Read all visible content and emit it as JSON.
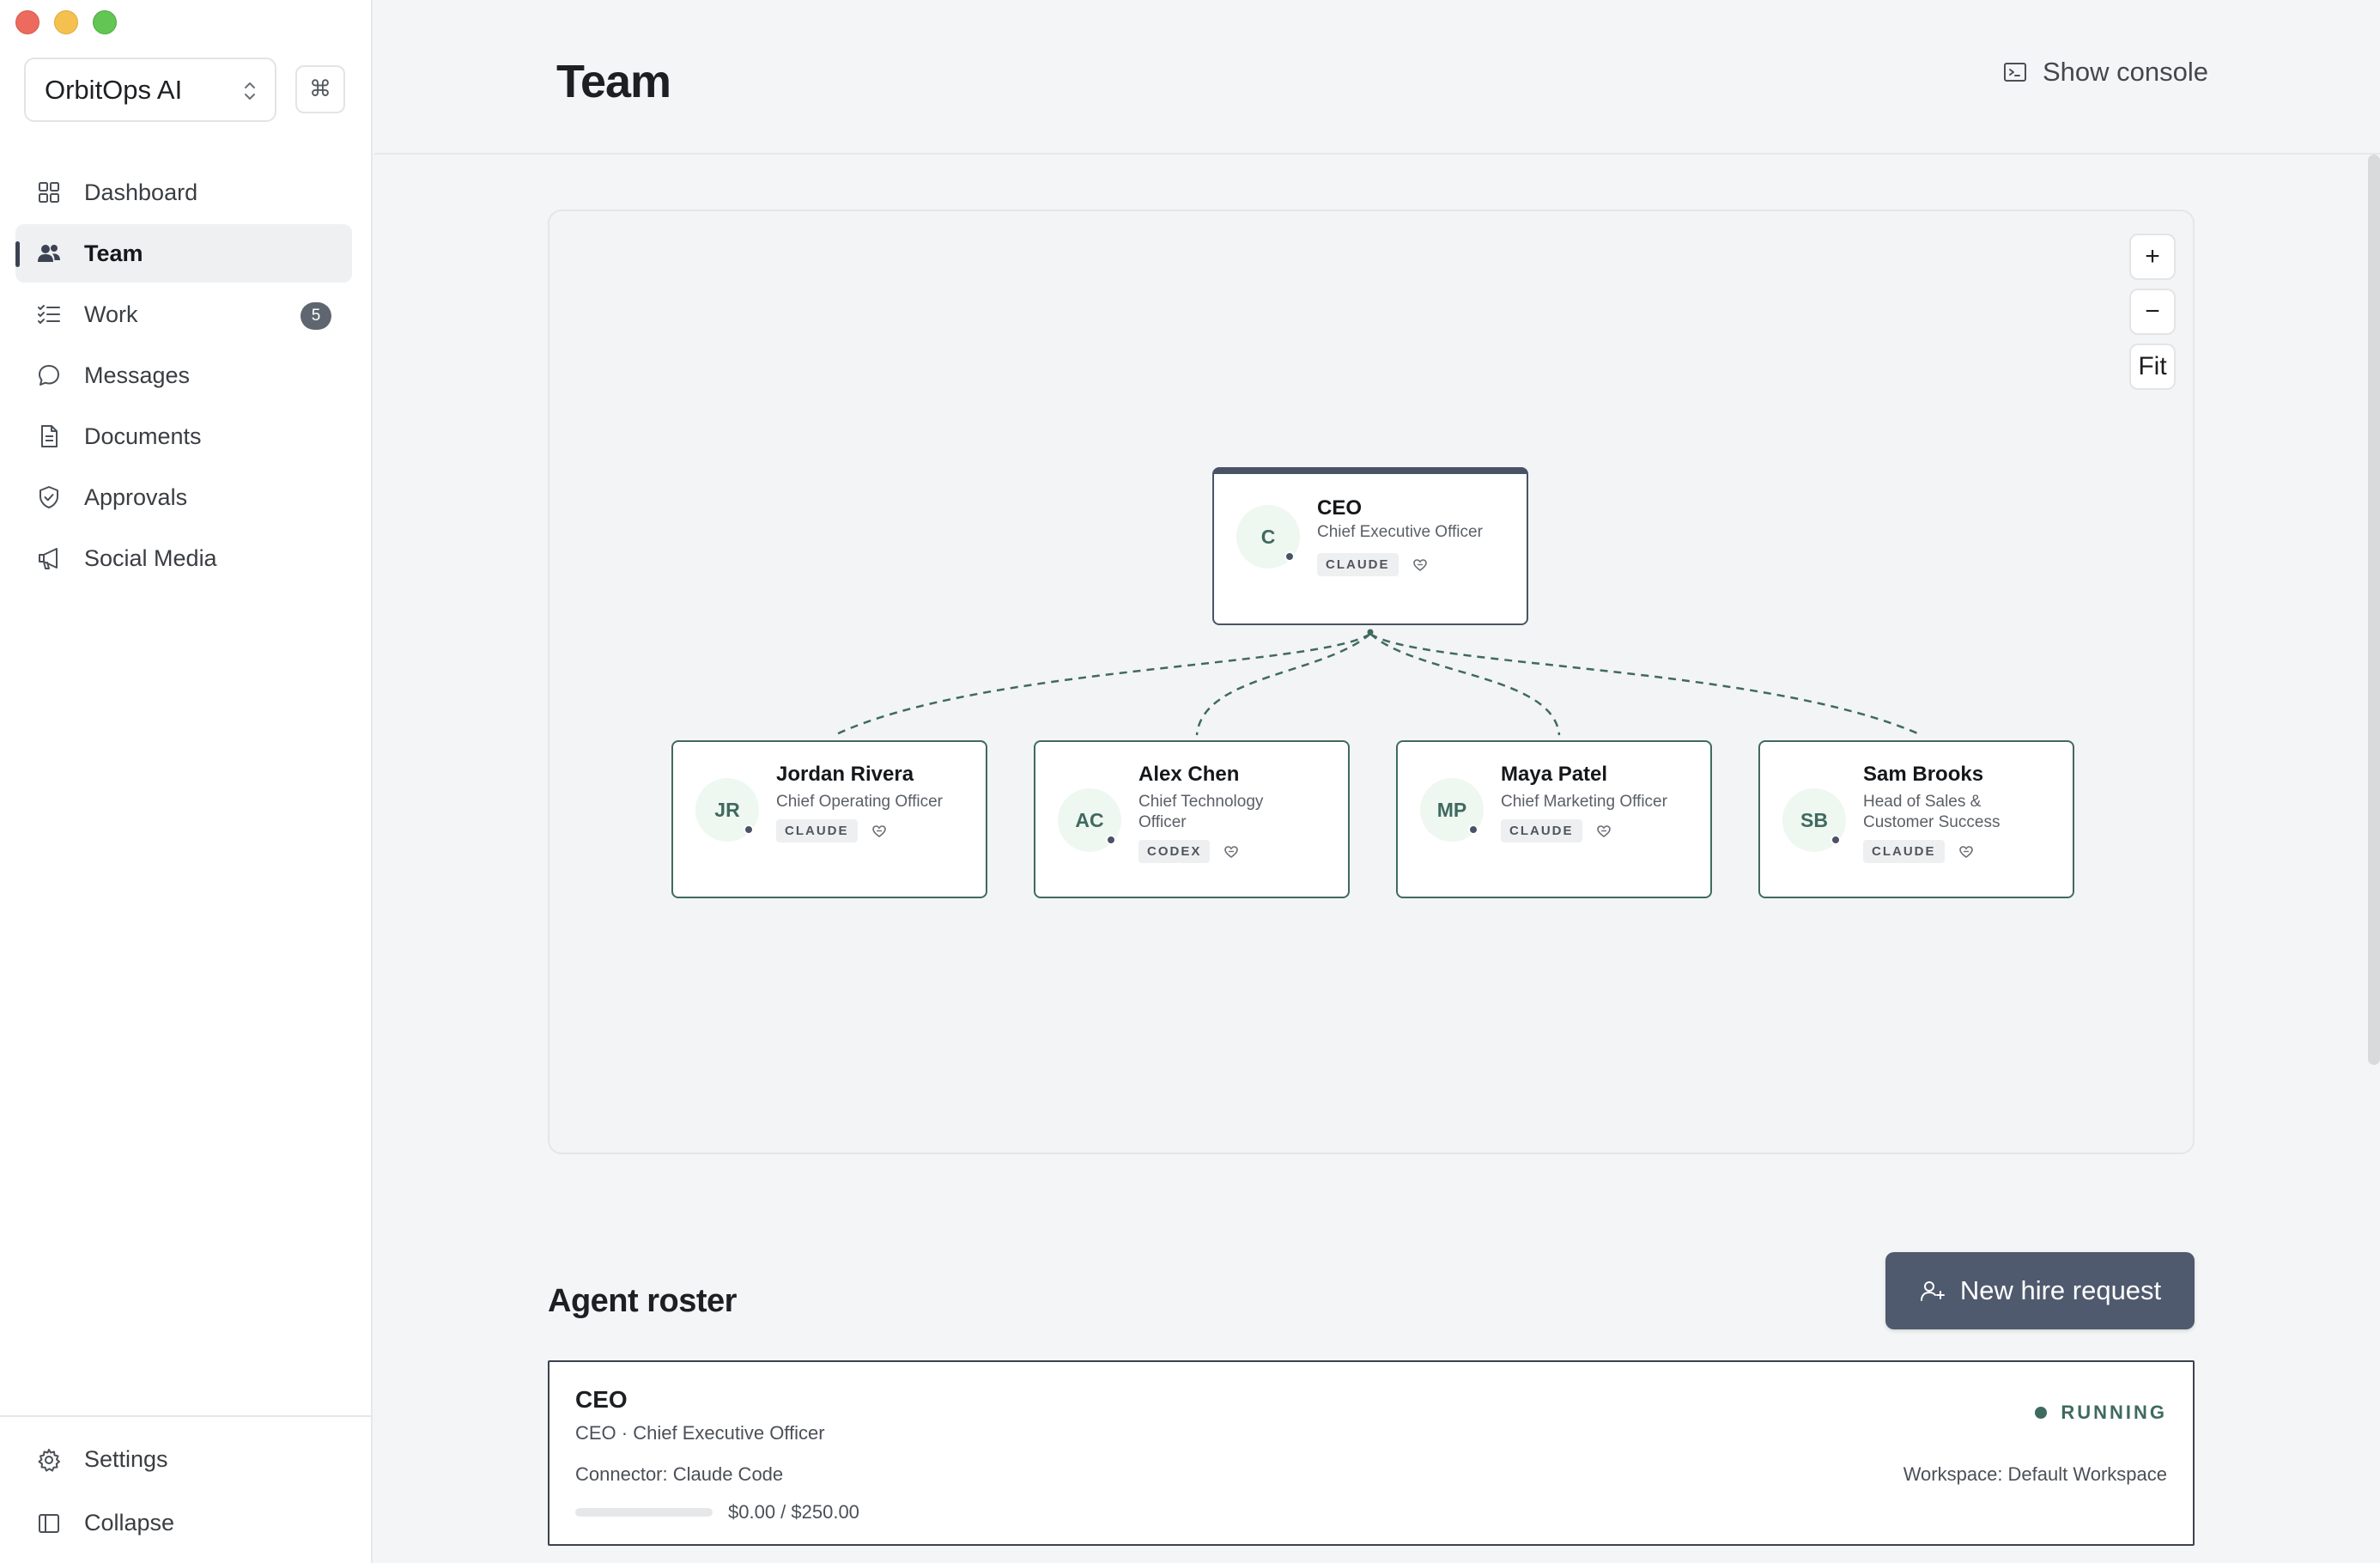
{
  "sidebar": {
    "workspace": "OrbitOps AI",
    "shortcut_icon": "⌘",
    "nav": [
      {
        "label": "Dashboard",
        "icon": "grid-icon"
      },
      {
        "label": "Team",
        "icon": "users-icon",
        "active": true
      },
      {
        "label": "Work",
        "icon": "checklist-icon",
        "badge": "5"
      },
      {
        "label": "Messages",
        "icon": "chat-bubble-icon"
      },
      {
        "label": "Documents",
        "icon": "document-icon"
      },
      {
        "label": "Approvals",
        "icon": "shield-check-icon"
      },
      {
        "label": "Social Media",
        "icon": "megaphone-icon"
      }
    ],
    "footer": {
      "settings": "Settings",
      "collapse": "Collapse"
    }
  },
  "header": {
    "title": "Team",
    "console_label": "Show console"
  },
  "org_chart": {
    "zoom_in": "+",
    "zoom_out": "−",
    "fit": "Fit",
    "root": {
      "initials": "C",
      "name": "CEO",
      "role": "Chief Executive Officer",
      "connector": "CLAUDE"
    },
    "reports": [
      {
        "initials": "JR",
        "name": "Jordan Rivera",
        "role": "Chief Operating Officer",
        "connector": "CLAUDE"
      },
      {
        "initials": "AC",
        "name": "Alex Chen",
        "role": "Chief Technology Officer",
        "connector": "CODEX"
      },
      {
        "initials": "MP",
        "name": "Maya Patel",
        "role": "Chief Marketing Officer",
        "connector": "CLAUDE"
      },
      {
        "initials": "SB",
        "name": "Sam Brooks",
        "role": "Head of Sales & Customer Success",
        "connector": "CLAUDE"
      }
    ]
  },
  "roster": {
    "title": "Agent roster",
    "new_hire_label": "New hire request",
    "agents": [
      {
        "name": "CEO",
        "subtitle": "CEO · Chief Executive Officer",
        "connector": "Connector: Claude Code",
        "budget": "$0.00 / $250.00",
        "budget_used_fraction": 0,
        "status": "RUNNING",
        "workspace": "Workspace: Default Workspace"
      }
    ]
  },
  "colors": {
    "accent": "#505a6e",
    "node_border": "#3f6a5f",
    "status_running": "#3f6a5f"
  }
}
